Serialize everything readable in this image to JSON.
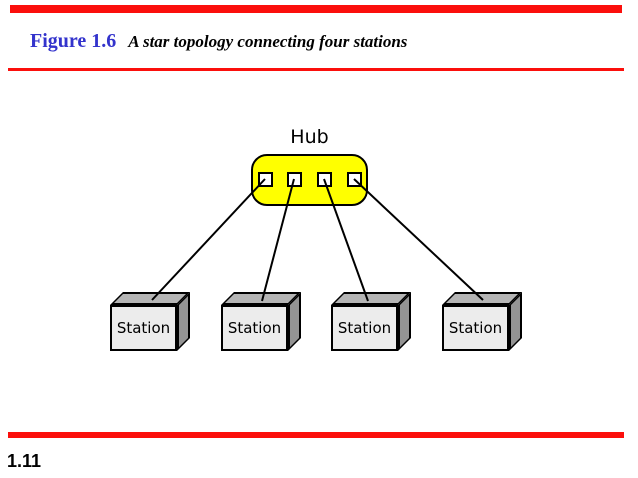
{
  "slide": {
    "figure_label": "Figure 1.6",
    "figure_caption": "A star topology connecting four stations",
    "page_number": "1.11"
  },
  "diagram": {
    "hub_label": "Hub",
    "hub_port_count": 4,
    "stations": [
      {
        "label": "Station"
      },
      {
        "label": "Station"
      },
      {
        "label": "Station"
      },
      {
        "label": "Station"
      }
    ],
    "links": [
      {
        "from": "hub-port-1",
        "to": "station-1"
      },
      {
        "from": "hub-port-2",
        "to": "station-2"
      },
      {
        "from": "hub-port-3",
        "to": "station-3"
      },
      {
        "from": "hub-port-4",
        "to": "station-4"
      }
    ]
  },
  "colors": {
    "accent_red": "#fb0f0c",
    "title_blue": "#3333cc",
    "hub_fill": "#ffff00",
    "port_fill": "#ffffff",
    "box_front": "#ececec",
    "box_top": "#b5b5b5",
    "box_side": "#949494",
    "line_black": "#000000",
    "text_black": "#000000"
  }
}
